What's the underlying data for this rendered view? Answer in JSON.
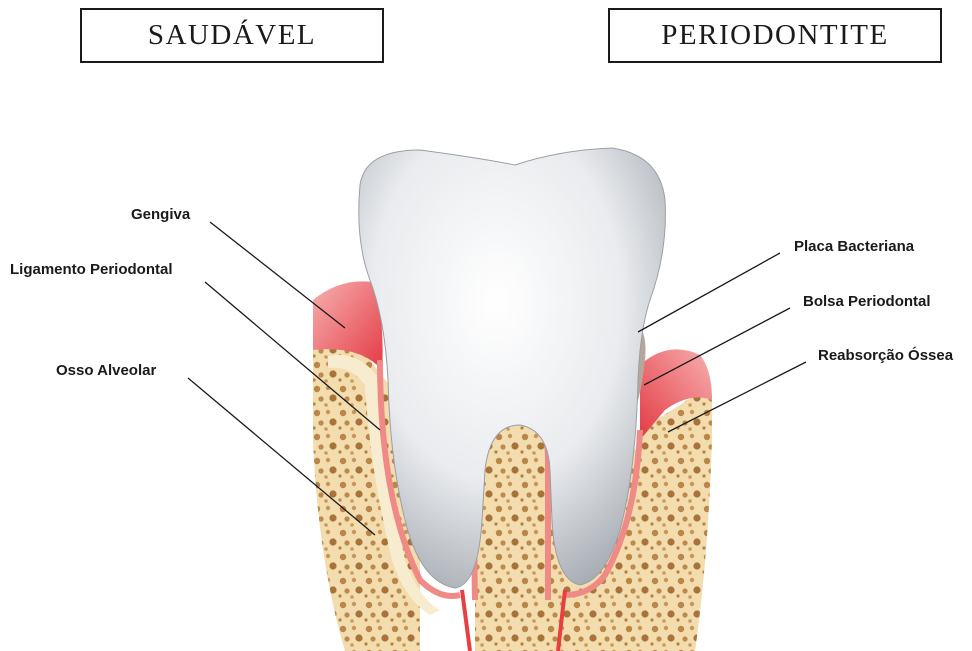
{
  "titles": {
    "left": "SAUDÁVEL",
    "right": "PERIODONTITE"
  },
  "labels": {
    "left": [
      "Gengiva",
      "Ligamento Periodontal",
      "Osso Alveolar"
    ],
    "right": [
      "Placa Bacteriana",
      "Bolsa Periodontal",
      "Reabsorção Óssea"
    ]
  },
  "colors": {
    "gum": "#e8474f",
    "bone": "#f3dcae",
    "bone_pore": "#b07a3e",
    "ligament": "#ef8a86",
    "nerve": "#e84040",
    "tooth": "#eef0f3",
    "plaque": "#b5a89a"
  }
}
